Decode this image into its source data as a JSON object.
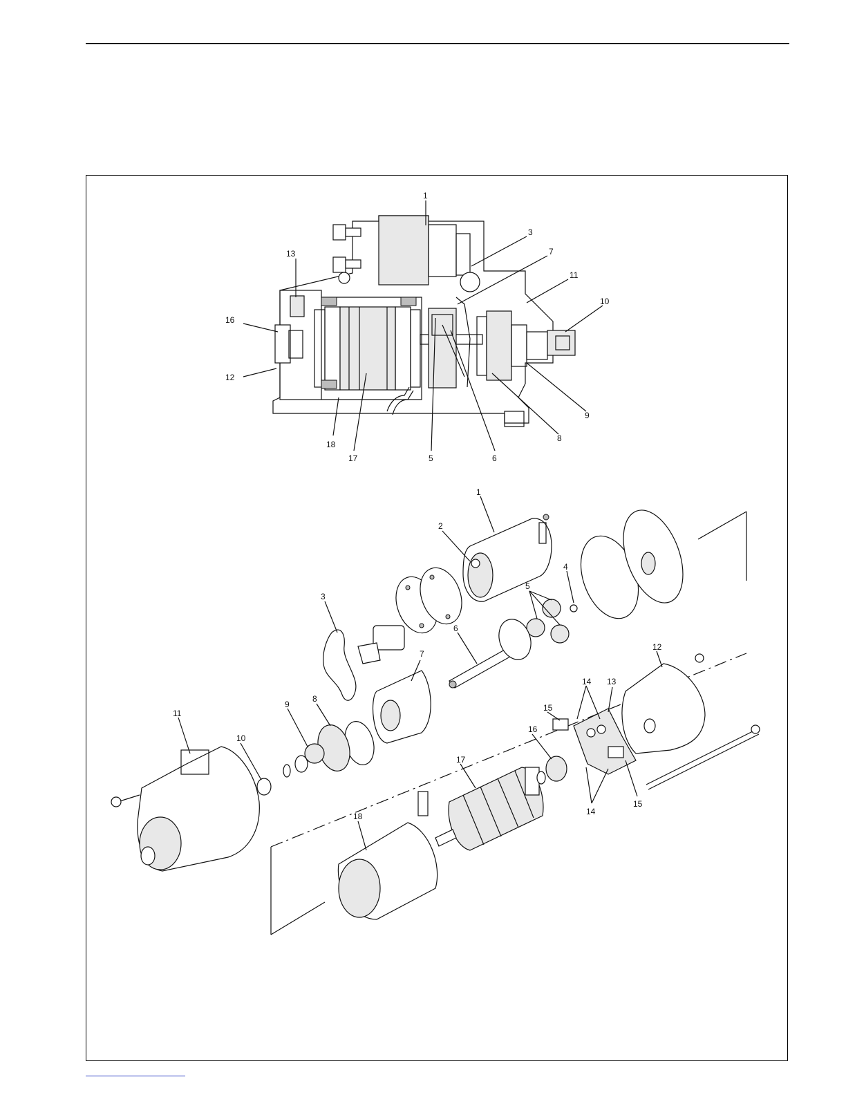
{
  "section_view": {
    "callouts": [
      {
        "id": "sv-1",
        "text": "1"
      },
      {
        "id": "sv-3",
        "text": "3"
      },
      {
        "id": "sv-7",
        "text": "7"
      },
      {
        "id": "sv-11",
        "text": "11"
      },
      {
        "id": "sv-10",
        "text": "10"
      },
      {
        "id": "sv-13",
        "text": "13"
      },
      {
        "id": "sv-16",
        "text": "16"
      },
      {
        "id": "sv-12",
        "text": "12"
      },
      {
        "id": "sv-9",
        "text": "9"
      },
      {
        "id": "sv-8",
        "text": "8"
      },
      {
        "id": "sv-18",
        "text": "18"
      },
      {
        "id": "sv-17",
        "text": "17"
      },
      {
        "id": "sv-5",
        "text": "5"
      },
      {
        "id": "sv-6",
        "text": "6"
      }
    ]
  },
  "exploded_view": {
    "callouts": [
      {
        "id": "ev-1",
        "text": "1"
      },
      {
        "id": "ev-2",
        "text": "2"
      },
      {
        "id": "ev-4",
        "text": "4"
      },
      {
        "id": "ev-5",
        "text": "5"
      },
      {
        "id": "ev-3",
        "text": "3"
      },
      {
        "id": "ev-6",
        "text": "6"
      },
      {
        "id": "ev-7",
        "text": "7"
      },
      {
        "id": "ev-12",
        "text": "12"
      },
      {
        "id": "ev-14a",
        "text": "14"
      },
      {
        "id": "ev-13",
        "text": "13"
      },
      {
        "id": "ev-15a",
        "text": "15"
      },
      {
        "id": "ev-11",
        "text": "11"
      },
      {
        "id": "ev-9",
        "text": "9"
      },
      {
        "id": "ev-8",
        "text": "8"
      },
      {
        "id": "ev-10",
        "text": "10"
      },
      {
        "id": "ev-16",
        "text": "16"
      },
      {
        "id": "ev-17",
        "text": "17"
      },
      {
        "id": "ev-14b",
        "text": "14"
      },
      {
        "id": "ev-15b",
        "text": "15"
      },
      {
        "id": "ev-18",
        "text": "18"
      }
    ]
  }
}
